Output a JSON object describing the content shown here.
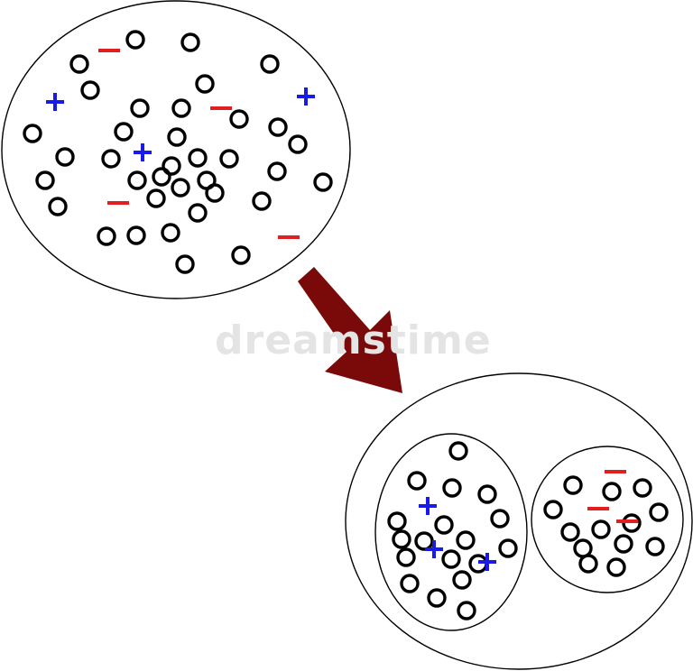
{
  "colors": {
    "outline": "#000000",
    "particle": "#000000",
    "positive": "#1a1ae6",
    "negative": "#e02020",
    "arrow": "#7a0a0a",
    "background": "#ffffff"
  },
  "symbols": {
    "positive": "+",
    "negative": "−"
  },
  "watermark": "dreamstime",
  "diagram": {
    "before": {
      "particle_count": 36,
      "positive_count": 3,
      "negative_count": 4
    },
    "arrow": {
      "meaning": "transition",
      "icon": "arrow-down-right-icon"
    },
    "after": {
      "left_group": {
        "particle_count": 18,
        "positive_count": 3,
        "negative_count": 0
      },
      "right_group": {
        "particle_count": 13,
        "positive_count": 0,
        "negative_count": 3
      }
    }
  }
}
